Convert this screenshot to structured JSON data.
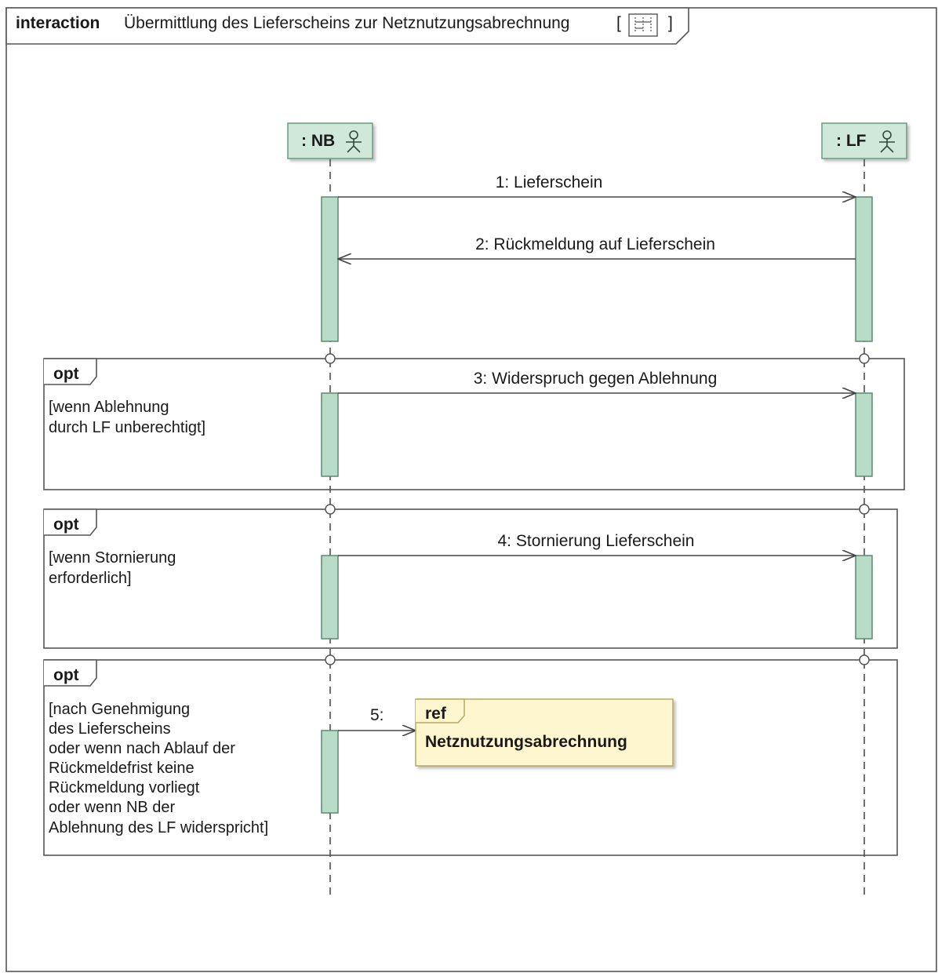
{
  "frame": {
    "keyword": "interaction",
    "title": "Übermittlung des Lieferscheins zur Netznutzungsabrechnung",
    "bracket_open": "[",
    "bracket_close": "]",
    "icon": "sequence-diagram-icon"
  },
  "lifelines": [
    {
      "label": ": NB",
      "icon": "actor-icon"
    },
    {
      "label": ": LF",
      "icon": "actor-icon"
    }
  ],
  "messages": [
    {
      "label": "1: Lieferschein",
      "from": "NB",
      "to": "LF"
    },
    {
      "label": "2: Rückmeldung auf Lieferschein",
      "from": "LF",
      "to": "NB"
    },
    {
      "label": "3: Widerspruch gegen Ablehnung",
      "from": "NB",
      "to": "LF"
    },
    {
      "label": "4: Stornierung Lieferschein",
      "from": "NB",
      "to": "LF"
    },
    {
      "label": "5:",
      "from": "NB",
      "to": "ref"
    }
  ],
  "fragments": [
    {
      "operator": "opt",
      "guard": [
        "[wenn Ablehnung",
        "durch LF unberechtigt]"
      ]
    },
    {
      "operator": "opt",
      "guard": [
        "[wenn Stornierung",
        "erforderlich]"
      ]
    },
    {
      "operator": "opt",
      "guard": [
        "[nach Genehmigung",
        "des Lieferscheins",
        "oder wenn nach Ablauf der",
        "Rückmeldefrist keine",
        "Rückmeldung vorliegt",
        "oder wenn NB der",
        "Ablehnung des LF widerspricht]"
      ]
    }
  ],
  "ref": {
    "keyword": "ref",
    "name": "Netznutzungsabrechnung"
  },
  "colors": {
    "lifeline_fill": "#cfe8da",
    "lifeline_stroke": "#5a8a70",
    "activation_fill": "#b9dcc8",
    "ref_fill": "#fdf6cf",
    "ref_stroke": "#b8a860",
    "line": "#444444"
  }
}
